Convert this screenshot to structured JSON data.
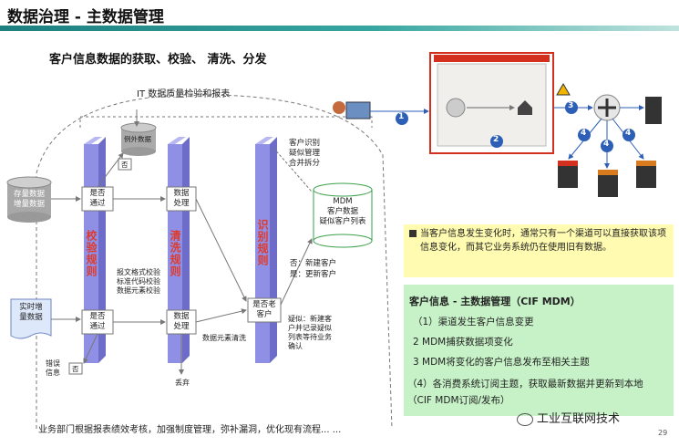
{
  "title": "数据治理 - 主数据管理",
  "subtitle": "客户信息数据的获取、校验、 清洗、分发",
  "flow": {
    "qa_report_label": "IT 数据质量检验和报表",
    "exception_db": "例外数据",
    "stock_data": [
      "存量数据",
      "增量数据"
    ],
    "realtime_data": [
      "实时增",
      "量数据"
    ],
    "pass_check_1": [
      "是否",
      "通过"
    ],
    "pass_check_2": [
      "是否",
      "通过"
    ],
    "no_1": "否",
    "no_2": "否",
    "error_info": [
      "错误",
      "信息"
    ],
    "col_validate": "校验规则",
    "col_clean": "清洗规则",
    "col_identify": "识别规则",
    "process_1": [
      "数据",
      "处理"
    ],
    "process_2": [
      "数据",
      "处理"
    ],
    "rules_text": [
      "报文格式校验",
      "标准代码校验",
      "数据元素校验"
    ],
    "element_clean": "数据元素清洗",
    "discard": "丢弃",
    "identify_text": [
      "客户识别",
      "疑似管理",
      "合并拆分"
    ],
    "old_customer": [
      "是否老",
      "客户"
    ],
    "mdm_db": [
      "MDM",
      "客户数据",
      "疑似客户列表"
    ],
    "no_new": "否：新建客户",
    "yes_update": "是：更新客户",
    "suspect_text": [
      "疑似：新建客",
      "户并记录疑似",
      "列表等待业务",
      "确认"
    ],
    "bottom_text": "业务部门根据报表绩效考核，加强制度管理，弥补漏洞，优化现有流程... ..."
  },
  "network": {
    "badge_1": "1",
    "badge_2": "2",
    "badge_3": "3",
    "badge_4": "4"
  },
  "yellow_note": "当客户信息发生变化时，通常只有一个渠道可以直接获取该项信息变化，而其它业务系统仍在使用旧有数据。",
  "mdm": {
    "title": "客户信息 - 主数据管理（CIF MDM）",
    "items": [
      "（1）渠道发生客户信息变更",
      "2      MDM捕获数据项变化",
      "3      MDM将变化的客户信息发布至相关主题",
      "（4）各消费系统订阅主题，获取最新数据并更新到本地（CIF MDM订阅/发布）"
    ]
  },
  "watermark": "工业互联网技术",
  "page_number": "29",
  "colors": {
    "column_blue": "#8f8fe6",
    "rule_red": "#e03a2a",
    "yellow_bg": "#fffbb0",
    "green_bg": "#c7f2c7",
    "teal_bar": "#2b9a95",
    "badge_blue": "#2d5fb6",
    "network_red": "#d33020"
  }
}
